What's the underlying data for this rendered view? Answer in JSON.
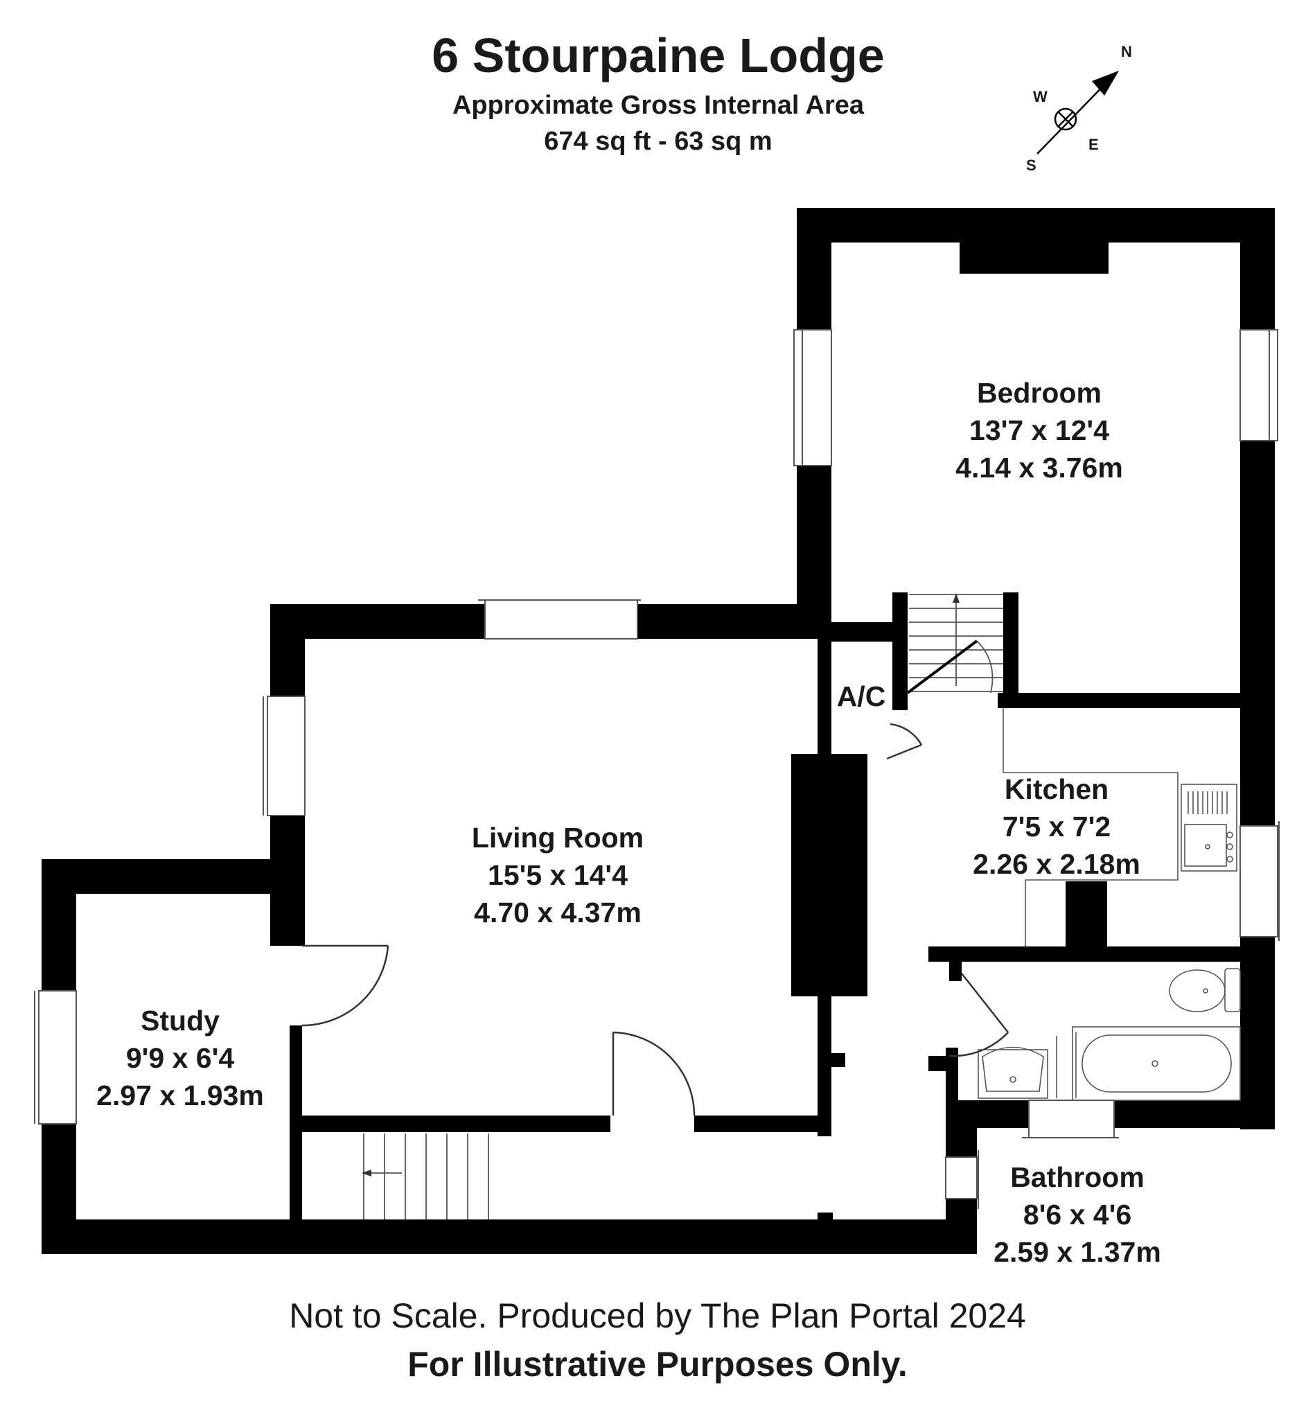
{
  "header": {
    "title": "6 Stourpaine Lodge",
    "subtitle": "Approximate Gross Internal Area",
    "area": "674 sq ft - 63 sq m"
  },
  "compass": {
    "north": "N",
    "south": "S",
    "east": "E",
    "west": "W"
  },
  "rooms": {
    "bedroom": {
      "name": "Bedroom",
      "imperial": "13'7 x 12'4",
      "metric": "4.14 x 3.76m"
    },
    "living_room": {
      "name": "Living Room",
      "imperial": "15'5 x 14'4",
      "metric": "4.70 x 4.37m"
    },
    "kitchen": {
      "name": "Kitchen",
      "imperial": "7'5 x 7'2",
      "metric": "2.26 x 2.18m"
    },
    "study": {
      "name": "Study",
      "imperial": "9'9 x 6'4",
      "metric": "2.97 x 1.93m"
    },
    "bathroom": {
      "name": "Bathroom",
      "imperial": "8'6 x 4'6",
      "metric": "2.59 x 1.37m"
    },
    "airing_cupboard": {
      "name": "A/C"
    }
  },
  "footer": {
    "line1": "Not to Scale. Produced by The Plan Portal 2024",
    "line2": "For Illustrative Purposes Only."
  },
  "colors": {
    "wall": "#000000",
    "line": "#333333",
    "fixture": "#555555",
    "background": "#ffffff"
  }
}
